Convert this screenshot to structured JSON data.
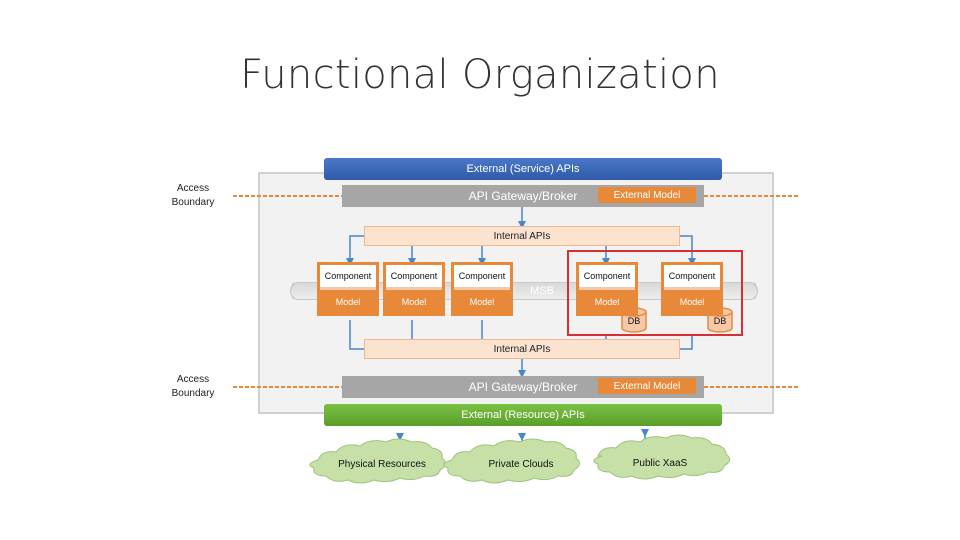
{
  "title": "Functional Organization",
  "external_service_apis": "External (Service) APIs",
  "external_resource_apis": "External (Resource) APIs",
  "access_boundary_top": [
    "Access",
    "Boundary"
  ],
  "access_boundary_bottom": [
    "Access",
    "Boundary"
  ],
  "gateway_top": {
    "label": "API Gateway/Broker",
    "external_model": "External Model"
  },
  "gateway_bottom": {
    "label": "API Gateway/Broker",
    "external_model": "External Model"
  },
  "internal_apis_top": "Internal APIs",
  "internal_apis_bottom": "Internal APIs",
  "msb": "MSB",
  "components": [
    {
      "top": "Component",
      "bottom": "Model"
    },
    {
      "top": "Component",
      "bottom": "Model"
    },
    {
      "top": "Component",
      "bottom": "Model"
    },
    {
      "top": "Component",
      "bottom": "Model"
    },
    {
      "top": "Component",
      "bottom": "Model"
    }
  ],
  "databases": [
    "DB",
    "DB"
  ],
  "resources": [
    "Physical Resources",
    "Private Clouds",
    "Public XaaS"
  ],
  "colors": {
    "service_bar": "#3a68b8",
    "resource_bar": "#6cb036",
    "gateway": "#a6a6a6",
    "component_border": "#e8893a",
    "internal_apis": "#fbe3d0",
    "highlight": "#d83030",
    "cloud": "#c6e0a8",
    "arrow": "#4a86c8"
  }
}
